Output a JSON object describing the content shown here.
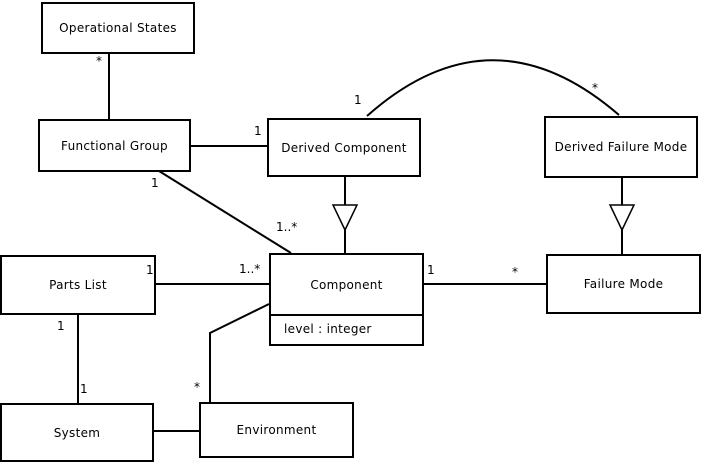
{
  "diagram_type": "uml-class-diagram",
  "colors": {
    "background": "#ffffff",
    "stroke": "#000000",
    "box_fill": "#ffffff",
    "text": "#000000"
  },
  "classes": {
    "operational_states": {
      "name": "Operational States"
    },
    "functional_group": {
      "name": "Functional Group"
    },
    "derived_component": {
      "name": "Derived Component"
    },
    "derived_failure_mode": {
      "name": "Derived Failure Mode"
    },
    "parts_list": {
      "name": "Parts List"
    },
    "component": {
      "name": "Component",
      "attribute": "level : integer"
    },
    "failure_mode": {
      "name": "Failure Mode"
    },
    "system": {
      "name": "System"
    },
    "environment": {
      "name": "Environment"
    }
  },
  "multiplicities": {
    "operational_states_functional_group": {
      "star": "*"
    },
    "functional_group_derived_component": {
      "one": "1"
    },
    "derived_component_derived_failure_mode": {
      "one": "1",
      "star": "*"
    },
    "functional_group_component": {
      "one": "1",
      "many": "1..*"
    },
    "parts_list_component": {
      "one": "1",
      "many": "1..*"
    },
    "component_failure_mode": {
      "one": "1",
      "star": "*"
    },
    "parts_list_system": {
      "one_top": "1",
      "one_bottom": "1"
    },
    "environment_component": {
      "star": "*"
    }
  }
}
